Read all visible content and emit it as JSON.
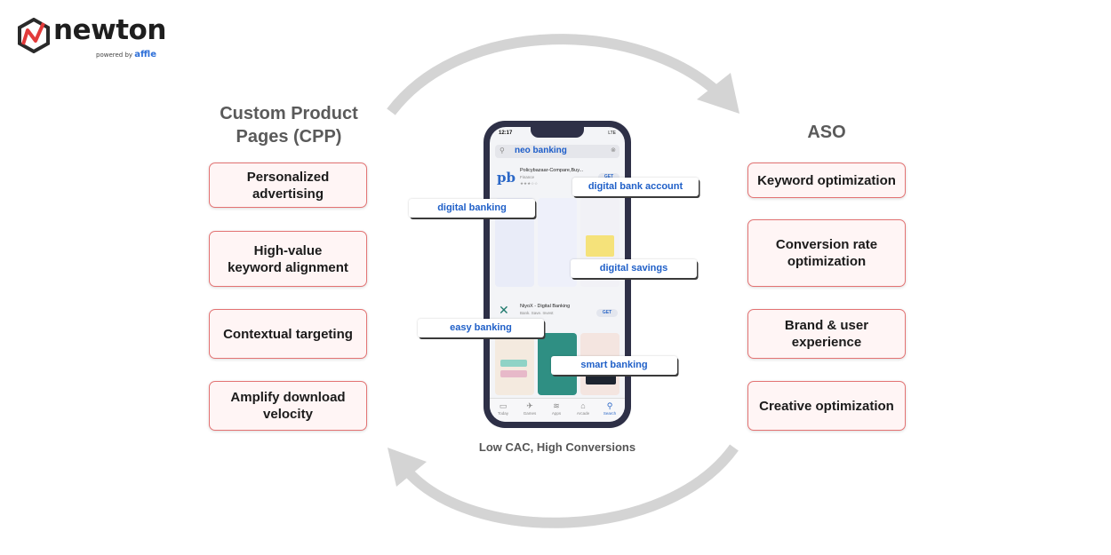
{
  "logo": {
    "word": "newton",
    "powered_by": "powered by",
    "brand": "affle"
  },
  "left": {
    "heading_line1": "Custom Product",
    "heading_line2": "Pages (CPP)",
    "cards": [
      {
        "line1": "Personalized",
        "line2": "advertising"
      },
      {
        "line1": "High-value",
        "line2": "keyword alignment"
      },
      {
        "line1": "Contextual targeting",
        "line2": ""
      },
      {
        "line1": "Amplify download",
        "line2": "velocity"
      }
    ]
  },
  "right": {
    "heading": "ASO",
    "cards": [
      {
        "line1": "Keyword optimization",
        "line2": ""
      },
      {
        "line1": "Conversion rate",
        "line2": "optimization"
      },
      {
        "line1": "Brand & user",
        "line2": "experience"
      },
      {
        "line1": "Creative optimization",
        "line2": ""
      }
    ]
  },
  "phone": {
    "time": "12:17",
    "status": "LTE",
    "query": "neo banking",
    "app1": {
      "logo": "pb",
      "name": "Policybazaar-Compare,Buy...",
      "category": "Finance",
      "get": "GET"
    },
    "app2": {
      "name": "NiyoX - Digital Banking",
      "category": "Bank. Save. Invest",
      "get": "GET"
    },
    "tabs": [
      "Today",
      "Games",
      "Apps",
      "Arcade",
      "Search"
    ]
  },
  "tags": {
    "t1": "digital bank account",
    "t2": "digital banking",
    "t3": "digital savings",
    "t4": "easy banking",
    "t5": "smart banking"
  },
  "caption": "Low CAC, High Conversions",
  "colors": {
    "card_border": "#e37373",
    "card_fill": "#fff5f5",
    "arrow": "#d4d4d4",
    "tag_text": "#2060c8"
  }
}
